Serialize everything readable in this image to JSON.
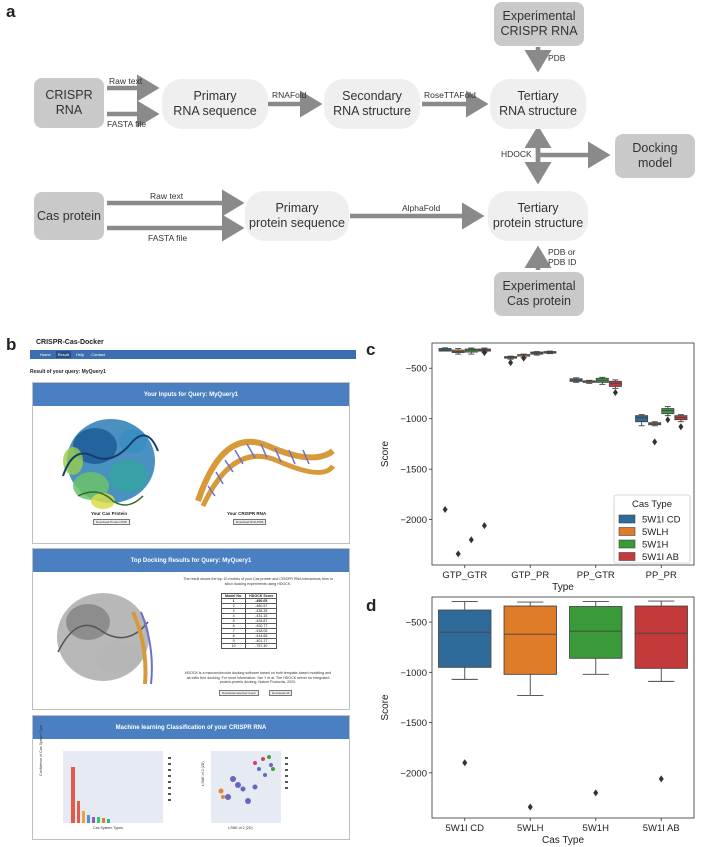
{
  "panel_a": {
    "letter": "a",
    "nodes": {
      "crispr_rna": "CRISPR\nRNA",
      "primary_rna": "Primary\nRNA sequence",
      "secondary_rna": "Secondary\nRNA structure",
      "tertiary_rna": "Tertiary\nRNA structure",
      "experimental_crispr_rna": "Experimental\nCRISPR RNA",
      "docking_model": "Docking\nmodel",
      "cas_protein": "Cas protein",
      "primary_protein": "Primary\nprotein sequence",
      "tertiary_protein": "Tertiary\nprotein structure",
      "experimental_cas_protein": "Experimental\nCas protein"
    },
    "edges": {
      "raw_text_rna": "Raw text",
      "fasta_rna": "FASTA file",
      "rnafold": "RNAFold",
      "rosettafold": "RoseTTAFold",
      "pdb": "PDB",
      "hdock": "HDOCK",
      "raw_text_protein": "Raw text",
      "fasta_protein": "FASTA file",
      "alphafold": "AlphaFold",
      "pdb_or_id": "PDB or\nPDB ID"
    }
  },
  "panel_b": {
    "letter": "b",
    "app_title": "CRISPR-Cas-Docker",
    "nav": [
      "Home",
      "Result",
      "Help",
      "Contact"
    ],
    "result_heading": "Result of your query: MyQuery1",
    "sections": {
      "inputs_title": "Your Inputs for Query: MyQuery1",
      "cas_caption": "Your Cas Protein",
      "rna_caption": "Your CRISPR RNA",
      "cas_button": "Download Protein PDB",
      "rna_button": "Download RNA PDB",
      "docking_title": "Top Docking Results for Query: MyQuery1",
      "docking_text": "The result shows the top 10 models of your Cas protein and CRISPR RNA interactions from in silico docking experiments using HDOCK.",
      "docking_table_headers": [
        "Model No.",
        "HDOCK Score"
      ],
      "docking_table_rows": [
        [
          "1",
          "-490.05"
        ],
        [
          "2",
          "-480.57"
        ],
        [
          "3",
          "-438.35"
        ],
        [
          "4",
          "-431.15"
        ],
        [
          "5",
          "-426.87"
        ],
        [
          "6",
          "-420.77"
        ],
        [
          "7",
          "-418.05"
        ],
        [
          "8",
          "-414.65"
        ],
        [
          "9",
          "-401.17"
        ],
        [
          "10",
          "-757.40"
        ]
      ],
      "docking_note": "HDOCK is a macromolecular docking software based on both template-based modeling and ab initio free docking. For more information: Yan Y et al. The HDOCK server for integrated protein-protein docking. Nature Protocols, 2020.",
      "docking_btn1": "Download selected result",
      "docking_btn2": "Download All",
      "ml_title": "Machine learning Classification of your CRISPR RNA",
      "ml_bar_xlabel": "Cas System Types",
      "ml_bar_ylabel": "Confidence of Cas System Type",
      "ml_scatter_xlabel": "t-SNE of 2 (2D)",
      "ml_scatter_ylabel": "t-SNE of 2 (2D)"
    }
  },
  "panel_c": {
    "letter": "c",
    "chart_data": {
      "type": "box",
      "categories": [
        "GTP_GTR",
        "GTP_PR",
        "PP_GTR",
        "PP_PR"
      ],
      "xlabel": "Type",
      "ylabel": "Score",
      "ylim": [
        -2450,
        -250
      ],
      "yticks": [
        -500,
        -1000,
        -1500,
        -2000
      ],
      "legend_title": "Cas Type",
      "legend_position": "lower-right",
      "series": [
        {
          "name": "5W1I CD",
          "color": "#2f6b9a",
          "boxes": [
            {
              "min": -315,
              "q1": -330,
              "median": -320,
              "q3": -305,
              "max": -298,
              "outliers": [
                -1900
              ]
            },
            {
              "min": -410,
              "q1": -400,
              "median": -395,
              "q3": -385,
              "max": -380,
              "outliers": [
                -445
              ]
            },
            {
              "min": -640,
              "q1": -630,
              "median": -620,
              "q3": -605,
              "max": -595,
              "outliers": []
            },
            {
              "min": -1070,
              "q1": -1030,
              "median": -990,
              "q3": -970,
              "max": -960,
              "outliers": []
            }
          ]
        },
        {
          "name": "5WLH",
          "color": "#e07b2a",
          "boxes": [
            {
              "min": -360,
              "q1": -345,
              "median": -335,
              "q3": -320,
              "max": -305,
              "outliers": [
                -2340
              ]
            },
            {
              "min": -395,
              "q1": -380,
              "median": -378,
              "q3": -365,
              "max": -360,
              "outliers": [
                -400
              ]
            },
            {
              "min": -650,
              "q1": -640,
              "median": -635,
              "q3": -625,
              "max": -620,
              "outliers": []
            },
            {
              "min": -1070,
              "q1": -1060,
              "median": -1050,
              "q3": -1040,
              "max": -1030,
              "outliers": [
                -1230
              ]
            }
          ]
        },
        {
          "name": "5W1H",
          "color": "#3a9a3a",
          "boxes": [
            {
              "min": -360,
              "q1": -340,
              "median": -320,
              "q3": -310,
              "max": -300,
              "outliers": [
                -2200
              ]
            },
            {
              "min": -370,
              "q1": -360,
              "median": -350,
              "q3": -340,
              "max": -335,
              "outliers": []
            },
            {
              "min": -660,
              "q1": -640,
              "median": -620,
              "q3": -600,
              "max": -590,
              "outliers": []
            },
            {
              "min": -970,
              "q1": -950,
              "median": -920,
              "q3": -900,
              "max": -880,
              "outliers": [
                -1010
              ]
            }
          ]
        },
        {
          "name": "5W1I AB",
          "color": "#c43a3a",
          "boxes": [
            {
              "min": -340,
              "q1": -330,
              "median": -320,
              "q3": -310,
              "max": -300,
              "outliers": [
                -2060,
                -345
              ]
            },
            {
              "min": -355,
              "q1": -350,
              "median": -345,
              "q3": -335,
              "max": -330,
              "outliers": []
            },
            {
              "min": -700,
              "q1": -680,
              "median": -650,
              "q3": -630,
              "max": -615,
              "outliers": [
                -740
              ]
            },
            {
              "min": -1030,
              "q1": -1010,
              "median": -990,
              "q3": -970,
              "max": -960,
              "outliers": [
                -1080
              ]
            }
          ]
        }
      ]
    }
  },
  "panel_d": {
    "letter": "d",
    "chart_data": {
      "type": "box",
      "categories": [
        "5W1I CD",
        "5WLH",
        "5W1H",
        "5W1I AB"
      ],
      "xlabel": "Cas Type",
      "ylabel": "Score",
      "ylim": [
        -2450,
        -250
      ],
      "yticks": [
        -500,
        -1000,
        -1500,
        -2000
      ],
      "boxes": [
        {
          "color": "#2f6b9a",
          "min": -1070,
          "q1": -950,
          "median": -600,
          "q3": -380,
          "max": -295,
          "outliers": [
            -1900
          ]
        },
        {
          "color": "#e07b2a",
          "min": -1230,
          "q1": -1020,
          "median": -620,
          "q3": -340,
          "max": -300,
          "outliers": [
            -2340
          ]
        },
        {
          "color": "#3a9a3a",
          "min": -1020,
          "q1": -860,
          "median": -590,
          "q3": -345,
          "max": -295,
          "outliers": [
            -2200
          ]
        },
        {
          "color": "#c43a3a",
          "min": -1090,
          "q1": -960,
          "median": -610,
          "q3": -340,
          "max": -290,
          "outliers": [
            -2060
          ]
        }
      ]
    }
  }
}
